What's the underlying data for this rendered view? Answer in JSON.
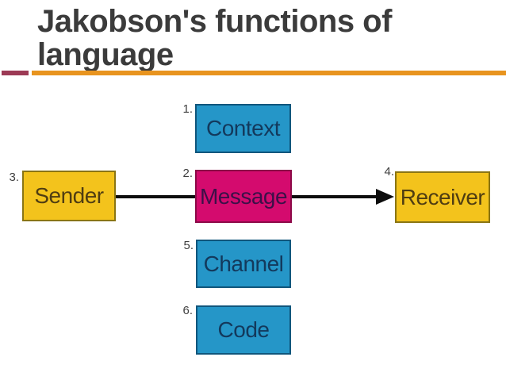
{
  "slide": {
    "title": {
      "line1": "Jakobson's functions of",
      "line2": "language",
      "color": "#3b3b3b"
    },
    "rule": {
      "accent_color": "#9c3a55",
      "line_color": "#e8941f"
    }
  },
  "diagram": {
    "type": "flow-diagram",
    "arrow_color": "#0d0d0d",
    "nodes": {
      "context": {
        "number": "1.",
        "label": "Context",
        "fill": "#2596c8",
        "border": "#10567c",
        "text": "#13395c"
      },
      "message": {
        "number": "2.",
        "label": "Message",
        "fill": "#d40b6e",
        "border": "#8c0a48",
        "text": "#3c1048"
      },
      "sender": {
        "number": "3.",
        "label": "Sender",
        "fill": "#f3c31c",
        "border": "#8a7514",
        "text": "#4f3d12"
      },
      "receiver": {
        "number": "4.",
        "label": "Receiver",
        "fill": "#f3c31c",
        "border": "#8a7514",
        "text": "#4f3d12"
      },
      "channel": {
        "number": "5.",
        "label": "Channel",
        "fill": "#2596c8",
        "border": "#10567c",
        "text": "#13395c"
      },
      "code": {
        "number": "6.",
        "label": "Code",
        "fill": "#2596c8",
        "border": "#10567c",
        "text": "#13395c"
      }
    },
    "edges": [
      {
        "from": "sender",
        "to": "message",
        "arrowhead": false
      },
      {
        "from": "message",
        "to": "receiver",
        "arrowhead": true
      }
    ]
  }
}
